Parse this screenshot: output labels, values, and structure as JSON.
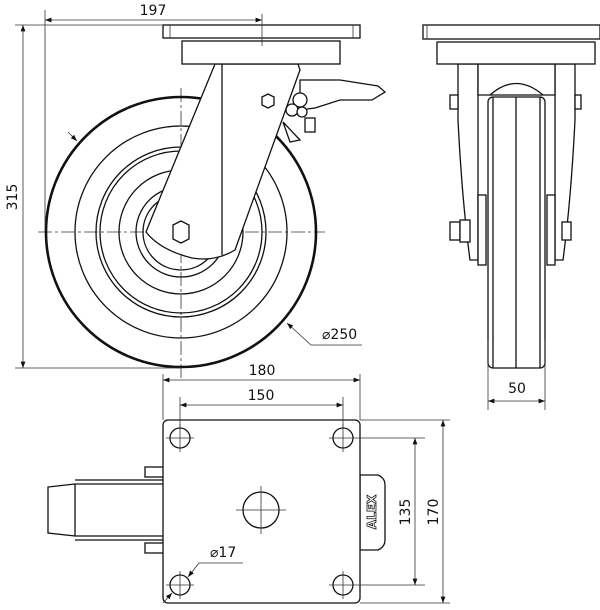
{
  "drawing": {
    "title": "Swivel castor with brake, wheel Ø250",
    "dimensions": {
      "swivel_offset": "197",
      "overall_height": "315",
      "wheel_diameter": "⌀250",
      "plate_width": "180",
      "hole_spacing_x": "150",
      "hole_spacing_y": "135",
      "plate_length": "170",
      "hole_diameter": "⌀17",
      "wheel_width": "50"
    },
    "brake_label": "ALEX"
  }
}
